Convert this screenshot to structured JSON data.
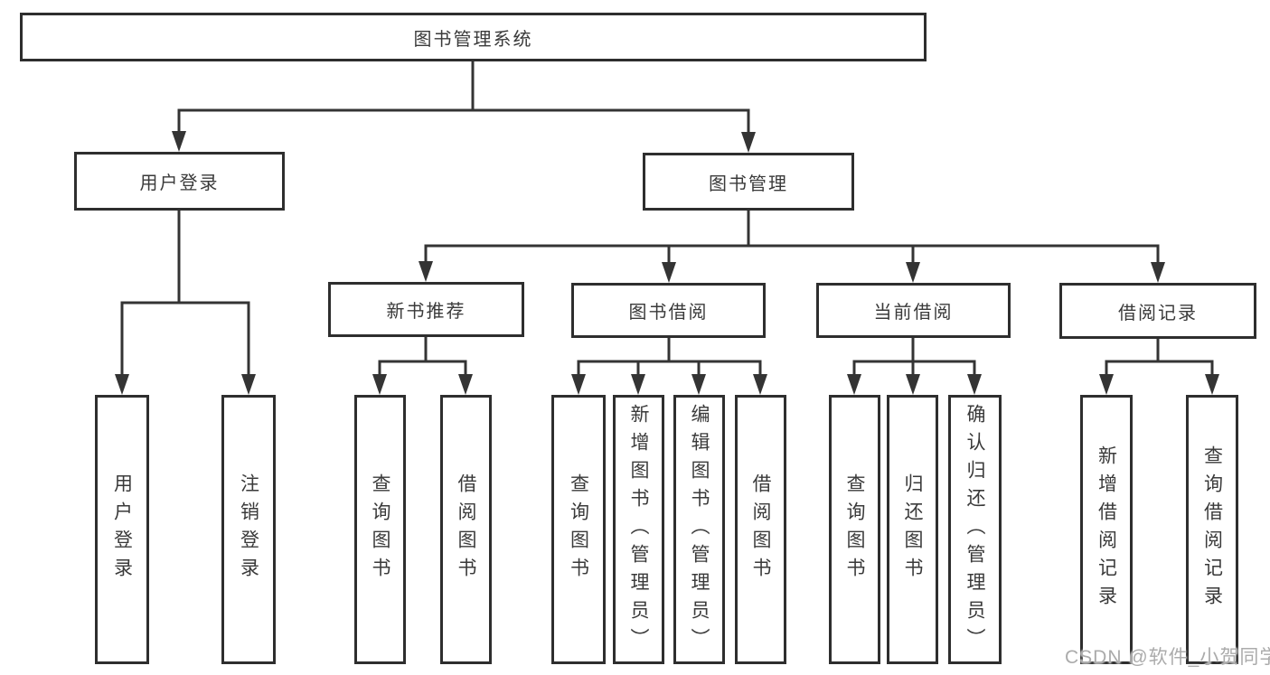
{
  "title": "图书管理系统",
  "branches": [
    {
      "label": "用户登录",
      "children": [
        "用户登录",
        "注销登录"
      ]
    },
    {
      "label": "图书管理",
      "sections": [
        {
          "label": "新书推荐",
          "children": [
            "查询图书",
            "借阅图书"
          ]
        },
        {
          "label": "图书借阅",
          "children": [
            "查询图书",
            "新增图书（管理员）",
            "编辑图书（管理员）",
            "借阅图书"
          ]
        },
        {
          "label": "当前借阅",
          "children": [
            "查询图书",
            "归还图书",
            "确认归还（管理员）"
          ]
        },
        {
          "label": "借阅记录",
          "children": [
            "新增借阅记录",
            "查询借阅记录"
          ]
        }
      ]
    }
  ],
  "watermark": "CSDN @软件_小贺同学",
  "colors": {
    "line": "#343434",
    "border": "#2e2e2e",
    "text": "#3a3a3a",
    "watermark": "#ababab",
    "background": "#ffffff"
  }
}
